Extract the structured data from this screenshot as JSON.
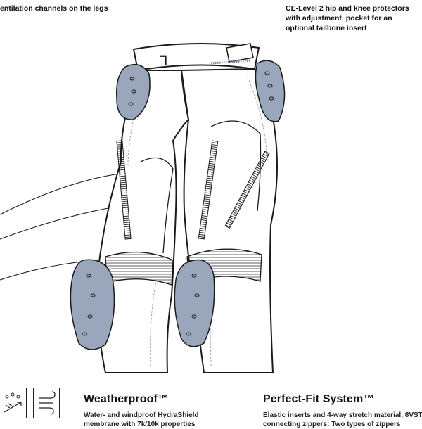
{
  "captions": {
    "left": "entilation channels on the legs",
    "right": "CE-Level 2 hip and knee protectors with adjustment, pocket for an optional tailbone insert"
  },
  "illustration": {
    "brand_mark": "ꓶ",
    "colors": {
      "protector": "#9aa6bb",
      "outline": "#1a1a1a",
      "stitch": "#9aa3b0",
      "background": "#ffffff"
    }
  },
  "icons": [
    {
      "name": "water-drops-icon"
    },
    {
      "name": "wind-icon"
    }
  ],
  "features": [
    {
      "title": "Weatherproof™",
      "description": "Water- and windproof HydraShield membrane with 7k/10k properties"
    },
    {
      "title": "Perfect-Fit System™",
      "description": "Elastic inserts and 4-way stretch material, 8VST connecting zippers: Two types of zippers"
    }
  ]
}
